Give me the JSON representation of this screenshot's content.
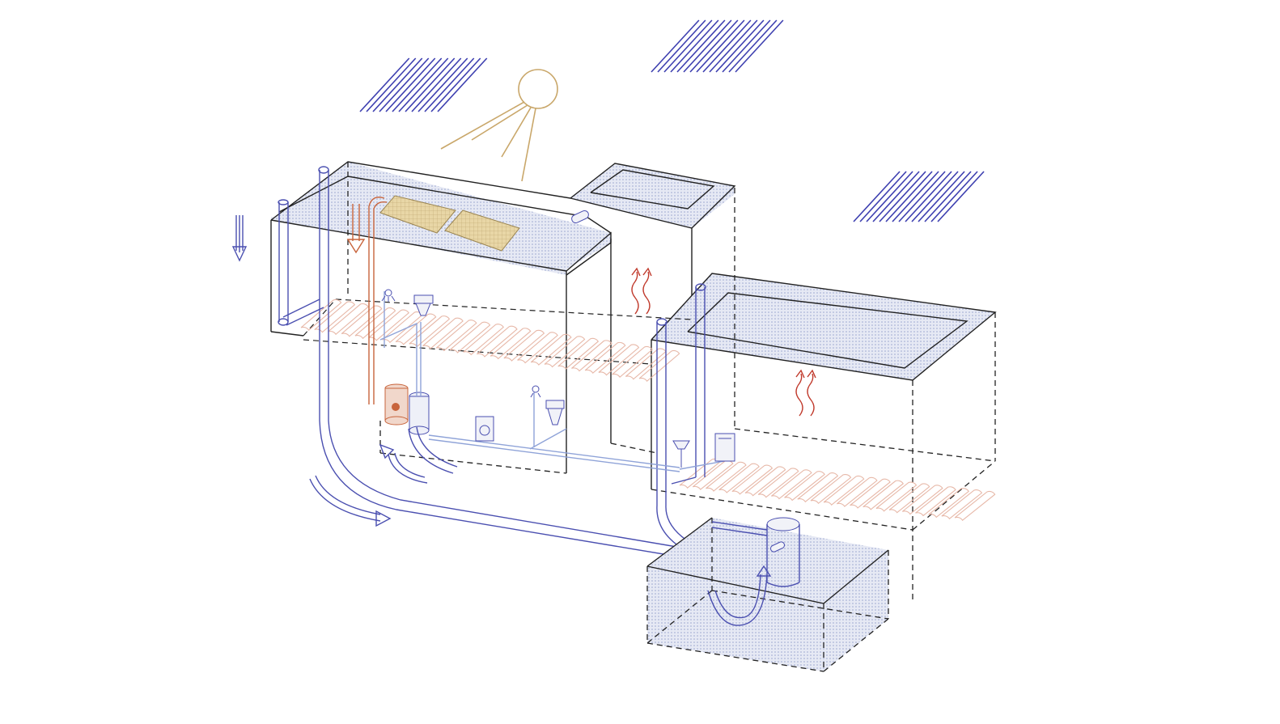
{
  "diagram": {
    "kind": "isometric building water and energy cycle illustration",
    "elements": [
      "rain-cloud-left",
      "rain-cloud-center",
      "rain-cloud-right",
      "sun-icon",
      "solar-panel-left",
      "solar-panel-right",
      "downpipe-left",
      "underfloor-heating-coil-left",
      "underfloor-heating-coil-right",
      "hot-water-tank",
      "filter-tank",
      "washing-machine-icon",
      "shower-icon",
      "toilet-icon",
      "sink-icon",
      "boiler-unit",
      "rainwater-cistern",
      "heat-wave-icon"
    ]
  },
  "colors": {
    "edge": "#222222",
    "fill_tint": "#dfe4f1",
    "water_pipe": "#4a4fb0",
    "water_pipe_light": "#8fa3d8",
    "hot_pipe": "#c8643c",
    "floor_heating": "#e7b8a8",
    "rain": "#3d3fb0",
    "sun": "#c9a76a",
    "heat_waves": "#c0392b",
    "solar_panel": "#e5d3a5"
  }
}
